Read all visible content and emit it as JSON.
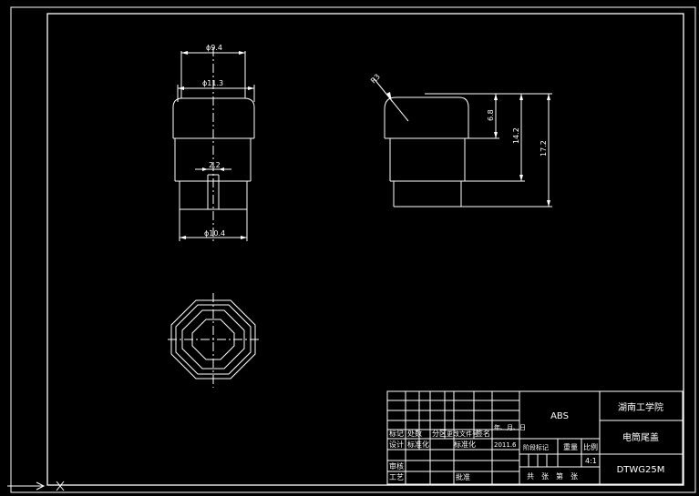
{
  "drawing": {
    "dimensions": {
      "top_width": "ϕ9.4",
      "cap_width": "ϕ11.3",
      "slot_width": "2.2",
      "bottom_width": "ϕ10.4",
      "radius": "R3",
      "height_cap": "6.8",
      "height_mid": "14.2",
      "height_total": "17.2"
    }
  },
  "title_block": {
    "material": "ABS",
    "school": "湖南工学院",
    "part_name": "电筒尾盖",
    "drawing_no": "DTWG25M",
    "scale": "4:1",
    "row_marks": [
      "标记",
      "处数",
      "分区",
      "更改文件号",
      "签名",
      "年、月、日"
    ],
    "designer": "设计",
    "standardize": "标准化",
    "standard_label": "标准化",
    "audit": "审核",
    "process": "工艺",
    "approve": "批准",
    "stage_mark": "阶段标记",
    "weight": "重量",
    "scale_label": "比例",
    "sheets": "共　张　第　张",
    "date_frag": "2011.6"
  }
}
